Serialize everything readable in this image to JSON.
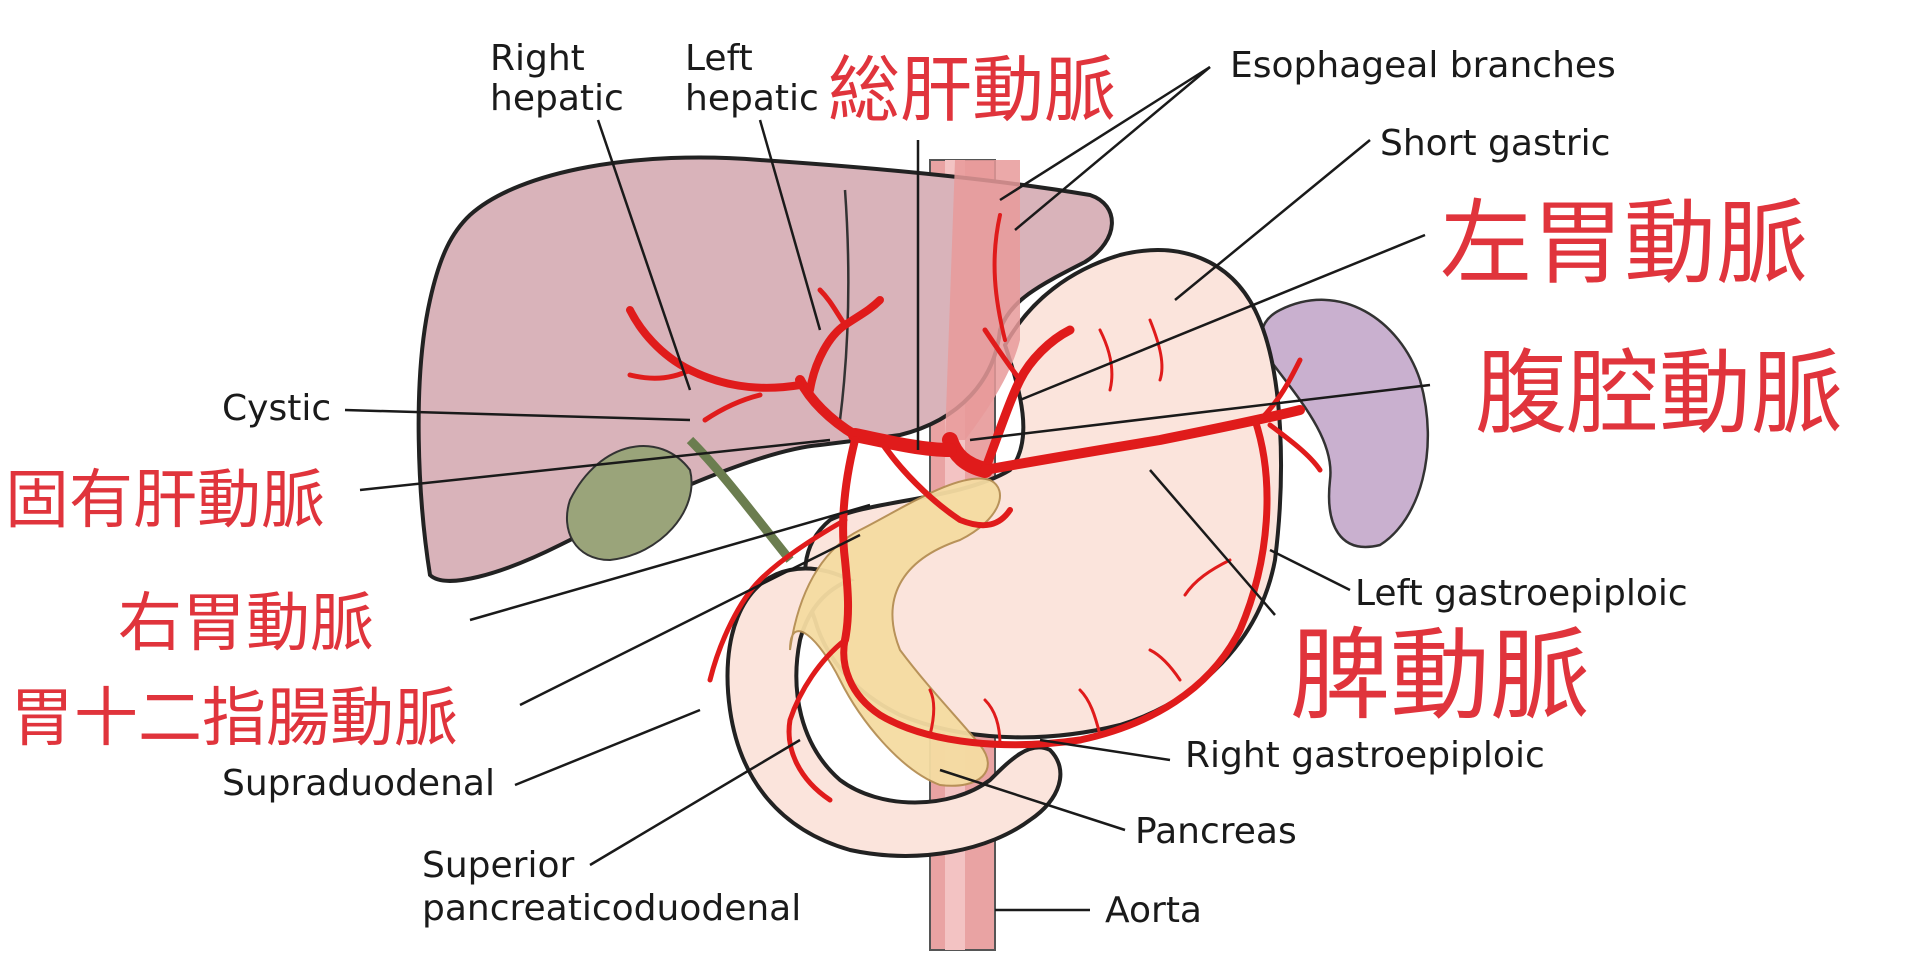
{
  "colors": {
    "artery": "#e01b1b",
    "liver": "#cfa6ae",
    "stomach": "#fbe4dc",
    "spleen": "#c9b0cf",
    "pancreas": "#f5dca2",
    "gallbladder": "#8a9a6b",
    "aorta": "#e38b8b",
    "jp_label": "#e0343c"
  },
  "labels_en": {
    "right_hepatic_line1": "Right",
    "right_hepatic_line2": "hepatic",
    "left_hepatic_line1": "Left",
    "left_hepatic_line2": "hepatic",
    "esophageal_branches": "Esophageal branches",
    "short_gastric": "Short gastric",
    "cystic": "Cystic",
    "left_gastroepiploic": "Left gastroepiploic",
    "right_gastroepiploic": "Right gastroepiploic",
    "supraduodenal": "Supraduodenal",
    "superior_pd_line1": "Superior",
    "superior_pd_line2": "pancreaticoduodenal",
    "pancreas": "Pancreas",
    "aorta": "Aorta"
  },
  "labels_jp": {
    "common_hepatic": "総肝動脈",
    "left_gastric": "左胃動脈",
    "celiac": "腹腔動脈",
    "proper_hepatic": "固有肝動脈",
    "right_gastric": "右胃動脈",
    "gastroduodenal": "胃十二指腸動脈",
    "splenic": "脾動脈"
  }
}
